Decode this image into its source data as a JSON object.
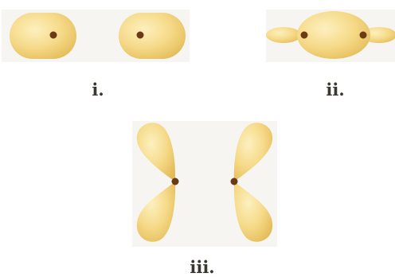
{
  "figures": [
    {
      "label": "i."
    },
    {
      "label": "ii."
    },
    {
      "label": "iii."
    }
  ],
  "colors": {
    "orbital_fill_light": "#fbe7a6",
    "orbital_fill_mid": "#f3d37e",
    "orbital_fill_dark": "#e5bd5c",
    "nucleus": "#6b3b16",
    "label_text": "#3a3630"
  }
}
